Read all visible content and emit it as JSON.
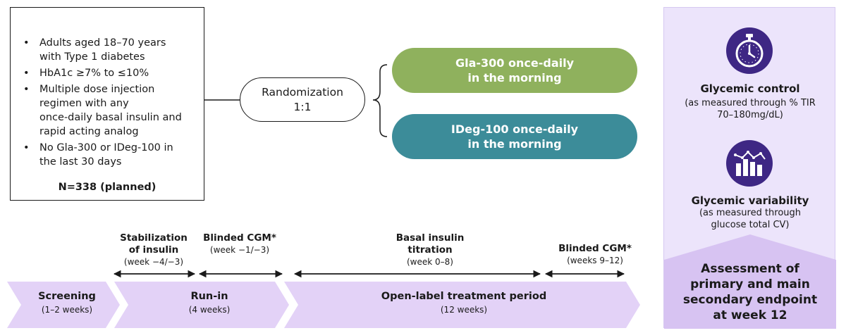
{
  "criteria": {
    "items": [
      [
        "Adults aged 18–70 years",
        "with Type 1 diabetes"
      ],
      [
        "HbA1c ≥7% to ≤10%"
      ],
      [
        "Multiple dose injection",
        "regimen with any",
        "once-daily basal insulin and",
        "rapid acting analog"
      ],
      [
        "No Gla-300 or IDeg-100 in",
        "the last 30 days"
      ]
    ],
    "total": "N=338 (planned)"
  },
  "randomization": {
    "line1": "Randomization",
    "line2": "1:1"
  },
  "arms": [
    {
      "line1": "Gla-300 once-daily",
      "line2": "in the morning",
      "color": "#8fb15d"
    },
    {
      "line1": "IDeg-100 once-daily",
      "line2": "in the morning",
      "color": "#3c8c99"
    }
  ],
  "endpoints": {
    "primary": {
      "icon": "stopwatch-icon",
      "title": "Glycemic control",
      "sub1": "(as measured through % TIR",
      "sub2": "70–180mg/dL)"
    },
    "secondary": {
      "icon": "variability-chart-icon",
      "title": "Glycemic variability",
      "sub1": "(as measured through",
      "sub2": "glucose total CV)"
    },
    "assessment": [
      "Assessment of",
      "primary and main",
      "secondary endpoint",
      "at week 12"
    ]
  },
  "periods": [
    {
      "title": [
        "Stabilization",
        "of insulin"
      ],
      "sub": "(week −4/−3)"
    },
    {
      "title": [
        "Blinded CGM*"
      ],
      "sub": "(week −1/−3)"
    },
    {
      "title": [
        "Basal insulin",
        "titration"
      ],
      "sub": "(week 0–8)"
    },
    {
      "title": [
        "Blinded CGM*"
      ],
      "sub": "(weeks 9–12)"
    }
  ],
  "phases": [
    {
      "title": "Screening",
      "sub": "(1–2 weeks)"
    },
    {
      "title": "Run-in",
      "sub": "(4 weeks)"
    },
    {
      "title": "Open-label treatment period",
      "sub": "(12 weeks)"
    }
  ],
  "colors": {
    "phase_fill": "#e3d2f7",
    "panel_fill": "#ece4fb",
    "icon_fill": "#3e2784"
  }
}
